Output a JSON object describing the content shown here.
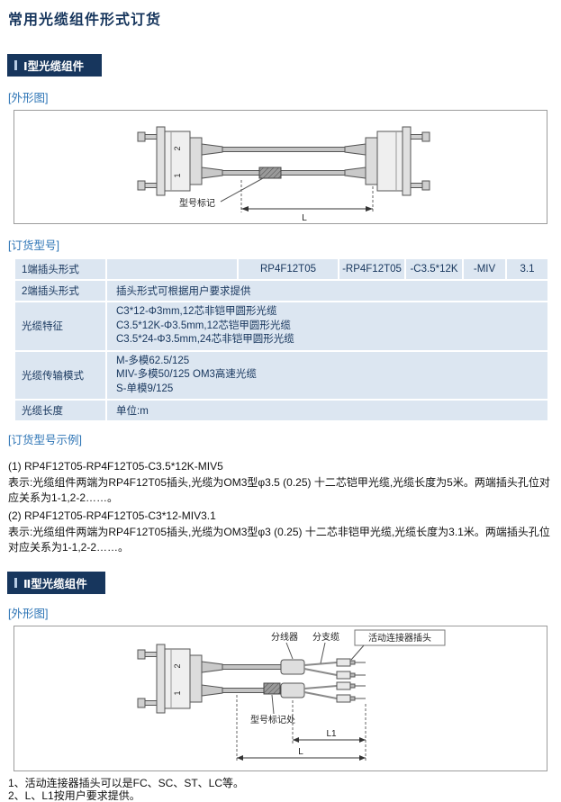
{
  "page": {
    "title": "常用光缆组件形式订货"
  },
  "colors": {
    "navy_header": "#17365d",
    "label_blue": "#2e75b6",
    "table_bg": "#dce6f1"
  },
  "section1": {
    "header": "Ⅰ型光缆组件",
    "outline_label": "[外形图]",
    "order_label": "[订货型号]",
    "example_label": "[订货型号示例]",
    "diagram": {
      "pin_top": "2",
      "pin_bottom": "1",
      "model_mark": "型号标记",
      "dim_l": "L"
    },
    "table": {
      "row1": {
        "label": "1端插头形式",
        "codes": [
          "RP4F12T05",
          "-RP4F12T05",
          "-C3.5*12K",
          "-MIV",
          "3.1"
        ]
      },
      "row2": {
        "label": "2端插头形式",
        "value": "插头形式可根据用户要求提供"
      },
      "row3": {
        "label": "光缆特征",
        "lines": [
          "C3*12-Φ3mm,12芯非铠甲圆形光缆",
          "C3.5*12K-Φ3.5mm,12芯铠甲圆形光缆",
          "C3.5*24-Φ3.5mm,24芯非铠甲圆形光缆"
        ]
      },
      "row4": {
        "label": "光缆传输模式",
        "lines": [
          "M-多模62.5/125",
          "MIV-多模50/125 OM3高速光缆",
          "S-单模9/125"
        ]
      },
      "row5": {
        "label": "光缆长度",
        "value": "单位:m"
      }
    },
    "examples": [
      {
        "code": "(1) RP4F12T05-RP4F12T05-C3.5*12K-MIV5",
        "desc": "表示:光缆组件两端为RP4F12T05插头,光缆为OM3型φ3.5 (0.25) 十二芯铠甲光缆,光缆长度为5米。两端插头孔位对应关系为1-1,2-2……。"
      },
      {
        "code": "(2) RP4F12T05-RP4F12T05-C3*12-MIV3.1",
        "desc": "表示:光缆组件两端为RP4F12T05插头,光缆为OM3型φ3 (0.25) 十二芯非铠甲光缆,光缆长度为3.1米。两端插头孔位对应关系为1-1,2-2……。"
      }
    ]
  },
  "section2": {
    "header": "Ⅱ型光缆组件",
    "outline_label": "[外形图]",
    "diagram": {
      "pin_top": "2",
      "pin_bottom": "1",
      "splitter": "分线器",
      "branch_cable": "分支缆",
      "connector_plug": "活动连接器插头",
      "model_mark": "型号标记处",
      "dim_l1": "L1",
      "dim_l": "L"
    },
    "notes": [
      "1、活动连接器插头可以是FC、SC、ST、LC等。",
      "2、L、L1按用户要求提供。"
    ]
  }
}
